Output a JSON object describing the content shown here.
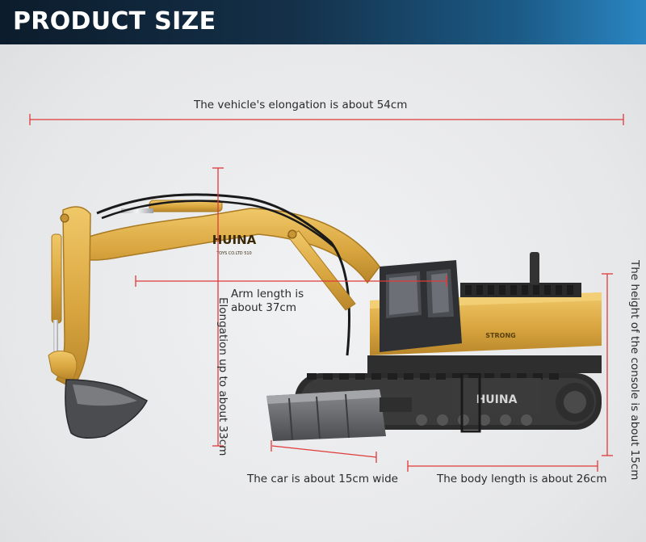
{
  "banner": {
    "title": "PRODUCT SIZE"
  },
  "dimensions": {
    "elongation_label": "The vehicle's elongation is about 54cm",
    "arm_length_line1": "Arm length is",
    "arm_length_line2": "about 37cm",
    "height_label": "Elongation up to about 33cm",
    "console_height_label": "The height of the console is about 15cm",
    "car_width_label": "The car is about 15cm wide",
    "body_length_label": "The body length is about 26cm"
  },
  "product": {
    "brand_arm": "HUINA",
    "brand_track": "HUINA",
    "arm_subtext": "TOYS CO.LTD  510",
    "cab_text": "STRONG",
    "model_number": "510"
  },
  "colors": {
    "dimension_line": "#e03a3a",
    "body_yellow": "#e0b04a",
    "track_dark": "#2a2a2a",
    "banner_dark": "#0c1c2c",
    "banner_light": "#2a86c2"
  }
}
